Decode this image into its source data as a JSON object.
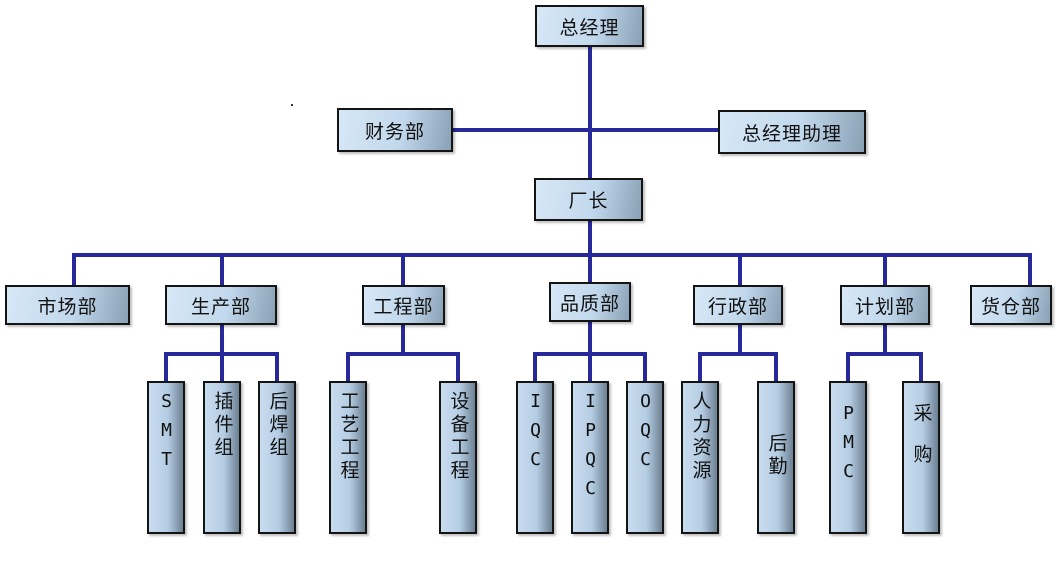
{
  "nodes": {
    "gm": "总经理",
    "finance": "财务部",
    "gm_assistant": "总经理助理",
    "factory_director": "厂长",
    "marketing": "市场部",
    "production": "生产部",
    "engineering": "工程部",
    "quality": "品质部",
    "admin": "行政部",
    "planning": "计划部",
    "warehouse": "货仓部",
    "smt": "SMT",
    "insertion": "插件组",
    "post_solder": "后焊组",
    "process_eng": "工艺工程",
    "equipment_eng": "设备工程",
    "iqc": "IQC",
    "ipqc": "IPQC",
    "oqc": "OQC",
    "hr": "人力资源",
    "logistics": "后勤",
    "pmc": "PMC",
    "purchasing": "采购"
  },
  "colors": {
    "connector": "#27289a",
    "box_light": "#d7e8f7",
    "box_dark": "#8aa1b5",
    "border": "#141414"
  }
}
